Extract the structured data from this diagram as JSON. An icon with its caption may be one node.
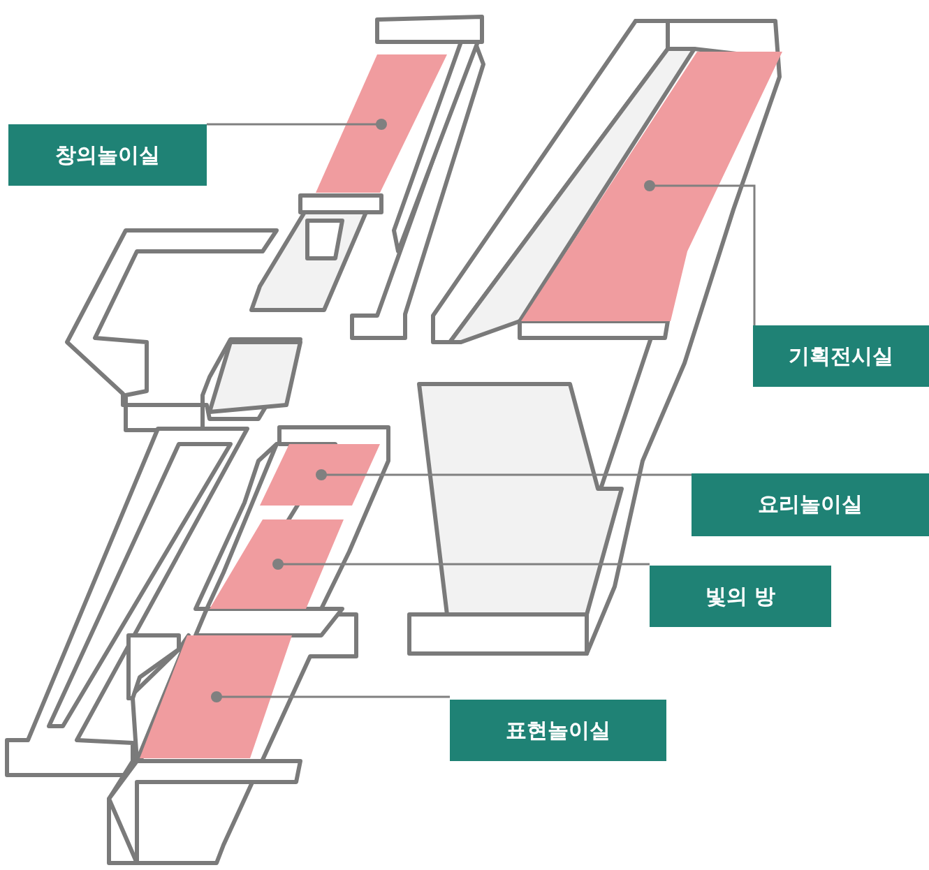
{
  "diagram": {
    "nodes": [
      {
        "text": [
          "창의놀이실"
        ]
      },
      {
        "text": [
          "기획전시실"
        ]
      },
      {
        "text": [
          "요리놀이실"
        ]
      },
      {
        "text": [
          "빛의 방"
        ]
      },
      {
        "text": [
          "표현놀이실"
        ]
      },
      {
        "text": [],
        "shape": "box"
      },
      {
        "text": [],
        "shape": "box"
      },
      {
        "text": [],
        "shape": "box"
      },
      {
        "text": [],
        "shape": "box"
      },
      {
        "text": [],
        "shape": "box"
      }
    ],
    "edges": [
      {
        "from": 0,
        "to": 5,
        "arrow": "other"
      },
      {
        "from": 1,
        "to": 6,
        "arrow": "other"
      },
      {
        "from": 2,
        "to": 7,
        "arrow": "other"
      },
      {
        "from": 3,
        "to": 8,
        "arrow": "other"
      },
      {
        "from": 4,
        "to": 9,
        "arrow": "other"
      }
    ]
  }
}
